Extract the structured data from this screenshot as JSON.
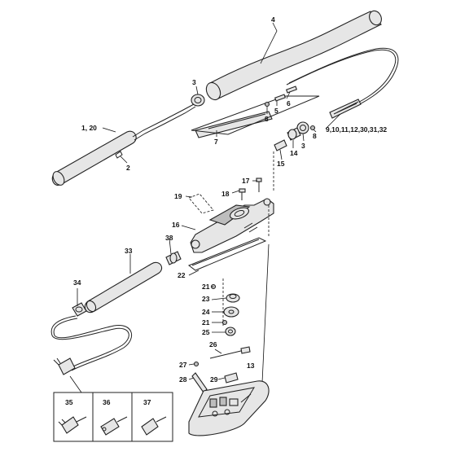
{
  "diagram": {
    "callouts": {
      "c1_20": "1, 20",
      "c2": "2",
      "c3a": "3",
      "c3b": "3",
      "c4": "4",
      "c5": "5",
      "c6": "6",
      "c7": "7",
      "c8a": "8",
      "c8b": "8",
      "c9_32": "9,10,11,12,30,31,32",
      "c13": "13",
      "c14": "14",
      "c15": "15",
      "c16": "16",
      "c17": "17",
      "c18": "18",
      "c19": "19",
      "c21a": "21",
      "c21b": "21",
      "c22": "22",
      "c23": "23",
      "c24": "24",
      "c25": "25",
      "c26": "26",
      "c27": "27",
      "c28": "28",
      "c29": "29",
      "c33": "33",
      "c34": "34",
      "c35": "35",
      "c36": "36",
      "c37": "37",
      "c38": "38"
    }
  }
}
